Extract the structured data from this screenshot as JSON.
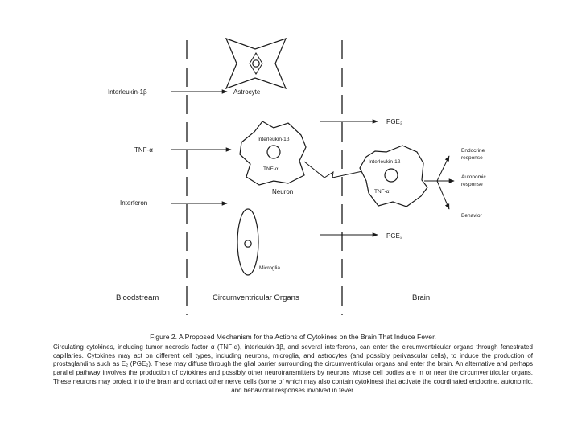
{
  "diagram": {
    "inputs": {
      "interleukin": "Interleukin-1β",
      "tnf": "TNF-α",
      "interferon": "Interferon"
    },
    "cells": {
      "astrocyte": "Astrocyte",
      "neuron1": {
        "interleukin": "Interleukin-1β",
        "tnf": "TNF-α",
        "name": "Neuron"
      },
      "neuron2": {
        "interleukin": "Interleukin-1β",
        "tnf": "TNF-α"
      },
      "microglia": "Microglia"
    },
    "pge_top": "PGE₂",
    "pge_bottom": "PGE₂",
    "responses": {
      "endocrine_1": "Endocrine",
      "endocrine_2": "response",
      "autonomic_1": "Autonomic",
      "autonomic_2": "response",
      "behavior": "Behavior"
    },
    "regions": {
      "bloodstream": "Bloodstream",
      "circumventricular": "Circumventricular Organs",
      "brain": "Brain"
    }
  },
  "caption": {
    "title": "Figure 2. A Proposed Mechanism for the Actions of Cytokines on the Brain That Induce Fever.",
    "body": "Circulating cytokines, including tumor necrosis factor α (TNF-α), interleukin-1β, and several interferons, can enter the circumventricular organs through fenestrated capillaries. Cytokines may act on different cell types, including neurons, microglia, and astrocytes (and possibly perivascular cells), to induce the production of prostaglandins such as E₂ (PGE₂). These may diffuse through the glial barrier surrounding the circumventricular organs and enter the brain. An alternative and perhaps parallel pathway involves the production of cytokines and possibly other neurotransmitters by neurons whose cell bodies are in or near the circumventricular organs. These neurons may project into the brain and contact other nerve cells (some of which may also contain cytokines) that activate the coordinated endocrine, autonomic, and behavioral responses involved in fever."
  }
}
